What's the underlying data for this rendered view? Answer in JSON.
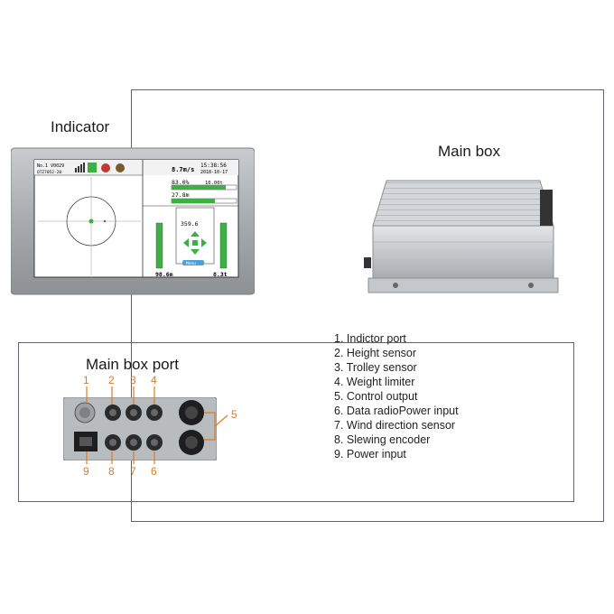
{
  "labels": {
    "indicator": "Indicator",
    "main_box": "Main box",
    "main_box_port": "Main box port"
  },
  "ports": [
    "1. Indictor port",
    "2. Height sensor",
    "3. Trolley sensor",
    "4. Weight limiter",
    "5. Control output",
    "6. Data radioPower input",
    "7. Wind direction sensor",
    "8. Slewing encoder",
    "9. Power input"
  ],
  "port_numbers": {
    "n1": "1",
    "n2": "2",
    "n3": "3",
    "n4": "4",
    "n5": "5",
    "n6": "6",
    "n7": "7",
    "n8": "8",
    "n9": "9"
  },
  "screen": {
    "model": "No.1 V0029",
    "model_sub": "QTZ7052-20",
    "time": "15:38:56",
    "date": "2018-10-17",
    "wind_speed": "8.7m/s",
    "load_percent": "83.0%",
    "max_load": "10.00t",
    "radius": "27.8m",
    "angle": "359.6",
    "height": "98.6m",
    "weight": "8.3t",
    "menu": "Menu"
  },
  "colors": {
    "frame": "#6b5b73",
    "accent": "#e07a21",
    "screen_green": "#3cb043"
  }
}
